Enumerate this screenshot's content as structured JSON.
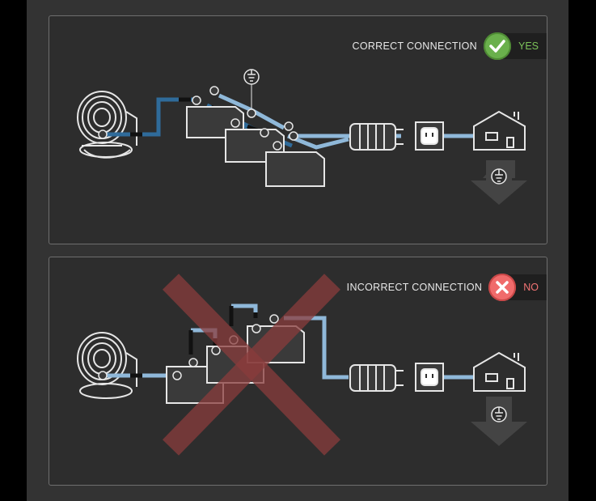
{
  "panels": [
    {
      "label": "CORRECT CONNECTION",
      "answer": "YES",
      "icon": "check-icon",
      "color": "#6ab04c"
    },
    {
      "label": "INCORRECT CONNECTION",
      "answer": "NO",
      "icon": "x-icon",
      "color": "#f06b6b"
    }
  ],
  "colors": {
    "background": "#333333",
    "panel_border": "#6e6e6e",
    "cable_dark": "#2f6b9a",
    "cable_light": "#8fb8d9",
    "wrong_cross": "#8a3c3c"
  },
  "ground_symbol": "⏚"
}
